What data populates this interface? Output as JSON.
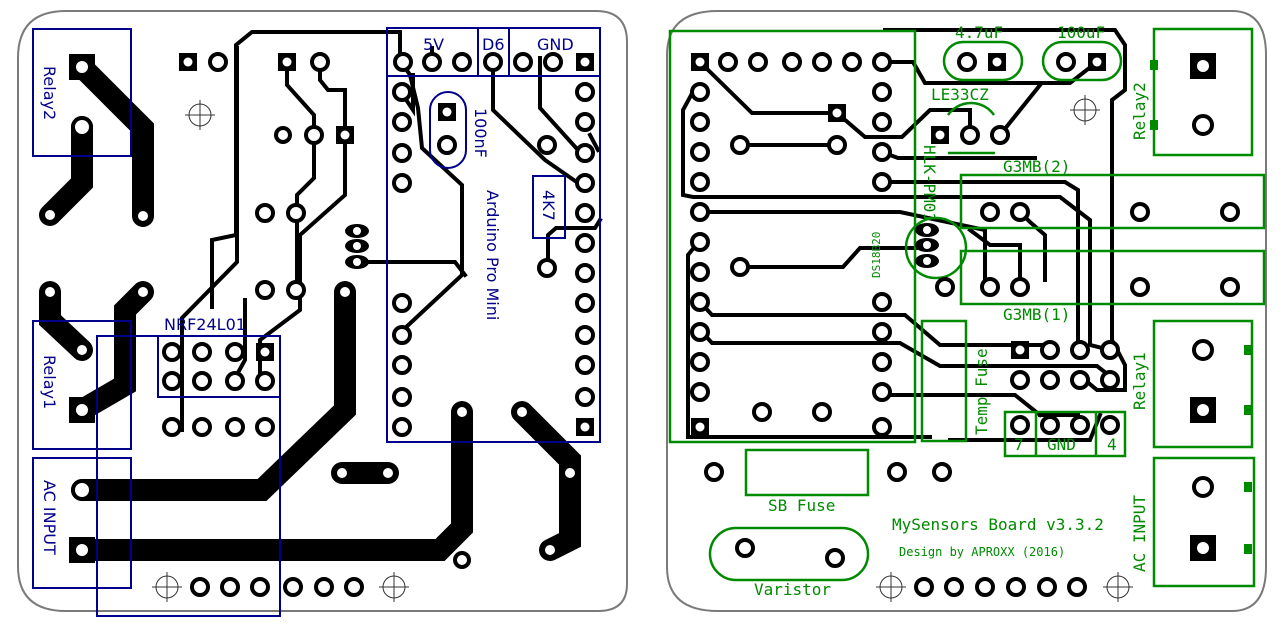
{
  "views": {
    "bottom_layer": {
      "labels": {
        "relay2": "Relay2",
        "relay1": "Relay1",
        "ac_input": "AC INPUT",
        "nrf": "NRF24L01",
        "arduino": "Arduino Pro Mini",
        "cap": "100nF",
        "resistor": "4K7",
        "pin_5v": "5V",
        "pin_d6": "D6",
        "pin_gnd": "GND"
      },
      "colors": {
        "silkscreen": "#00008b",
        "copper": "#000000",
        "outline": "#7a7a7a"
      }
    },
    "top_layer": {
      "labels": {
        "cap_small": "4.7uF",
        "cap_large": "100uF",
        "regulator": "LE33CZ",
        "psu": "HLK-PM01",
        "temp_sensor": "DS18B20",
        "relay_g3mb2": "G3MB(2)",
        "relay_g3mb1": "G3MB(1)",
        "relay2": "Relay2",
        "relay1": "Relay1",
        "ac_input": "AC INPUT",
        "temp_fuse": "Temp Fuse",
        "sb_fuse": "SB Fuse",
        "varistor": "Varistor",
        "pin_7": "7",
        "pin_gnd": "GND",
        "pin_4": "4",
        "board_title": "MySensors Board v3.3.2",
        "design_credit": "Design by APROXX (2016)"
      },
      "colors": {
        "silkscreen": "#008a00",
        "copper": "#000000",
        "outline": "#7a7a7a"
      }
    }
  }
}
